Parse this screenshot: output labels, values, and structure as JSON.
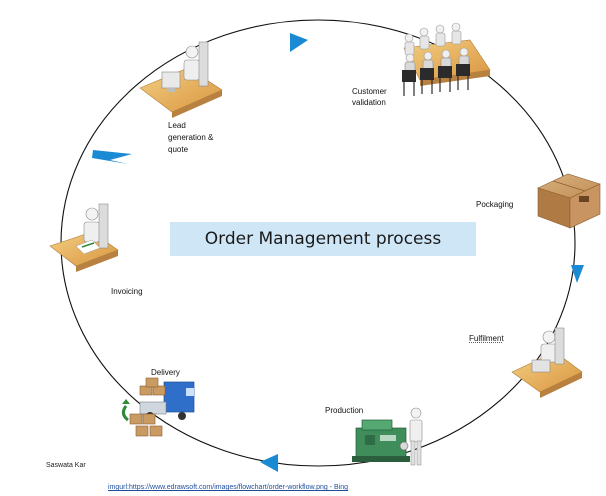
{
  "diagram": {
    "title": "Order Management process",
    "steps": [
      "Customer validation",
      "Pockaging",
      "Fulfilment",
      "Production",
      "Delivery",
      "Invoicing",
      "Lead generation & quote"
    ]
  },
  "footer": {
    "author": "Saswata Kar",
    "source": "imgurl:https://www.edrawsoft.com/images/flowchart/order-workflow.png - Bing"
  },
  "colors": {
    "arrow": "#1a8ad4",
    "title_bg": "#cfe6f7",
    "desk": "#e8b45e",
    "box": "#c99a62",
    "machine": "#3e8d5a",
    "truck": "#2f6fc9"
  }
}
